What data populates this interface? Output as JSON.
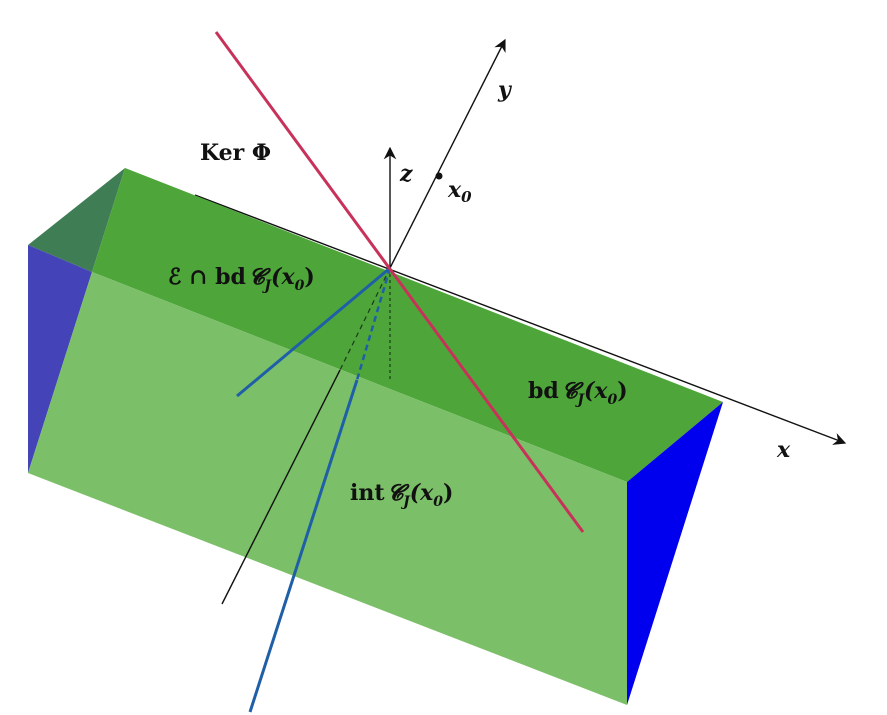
{
  "labels": {
    "ker": "Ker Φ",
    "y_axis": "y",
    "z_axis": "z",
    "x_axis": "x",
    "x0": "x",
    "x0_sub": "0",
    "e_cap": "ℰ ∩ bd",
    "e_cap_c": "𝓒",
    "e_cap_sub": "J",
    "e_cap_arg": "(x",
    "e_cap_arg_sub": "0",
    "e_cap_close": ")",
    "bd": "bd",
    "bd_c": "𝓒",
    "bd_sub": "J",
    "bd_arg": "(x",
    "bd_arg_sub": "0",
    "bd_close": ")",
    "int": "int",
    "int_c": "𝓒",
    "int_sub": "J",
    "int_arg": "(x",
    "int_arg_sub": "0",
    "int_close": ")"
  },
  "colors": {
    "top_face": "#4ea63a",
    "front_face": "#7bbf68",
    "left_dark": "#3f7d55",
    "left_blue": "#4444b8",
    "right_blue": "#0000ee",
    "ker_line": "#c8325a",
    "blue_line": "#1f5fa8",
    "axis": "#111111"
  }
}
